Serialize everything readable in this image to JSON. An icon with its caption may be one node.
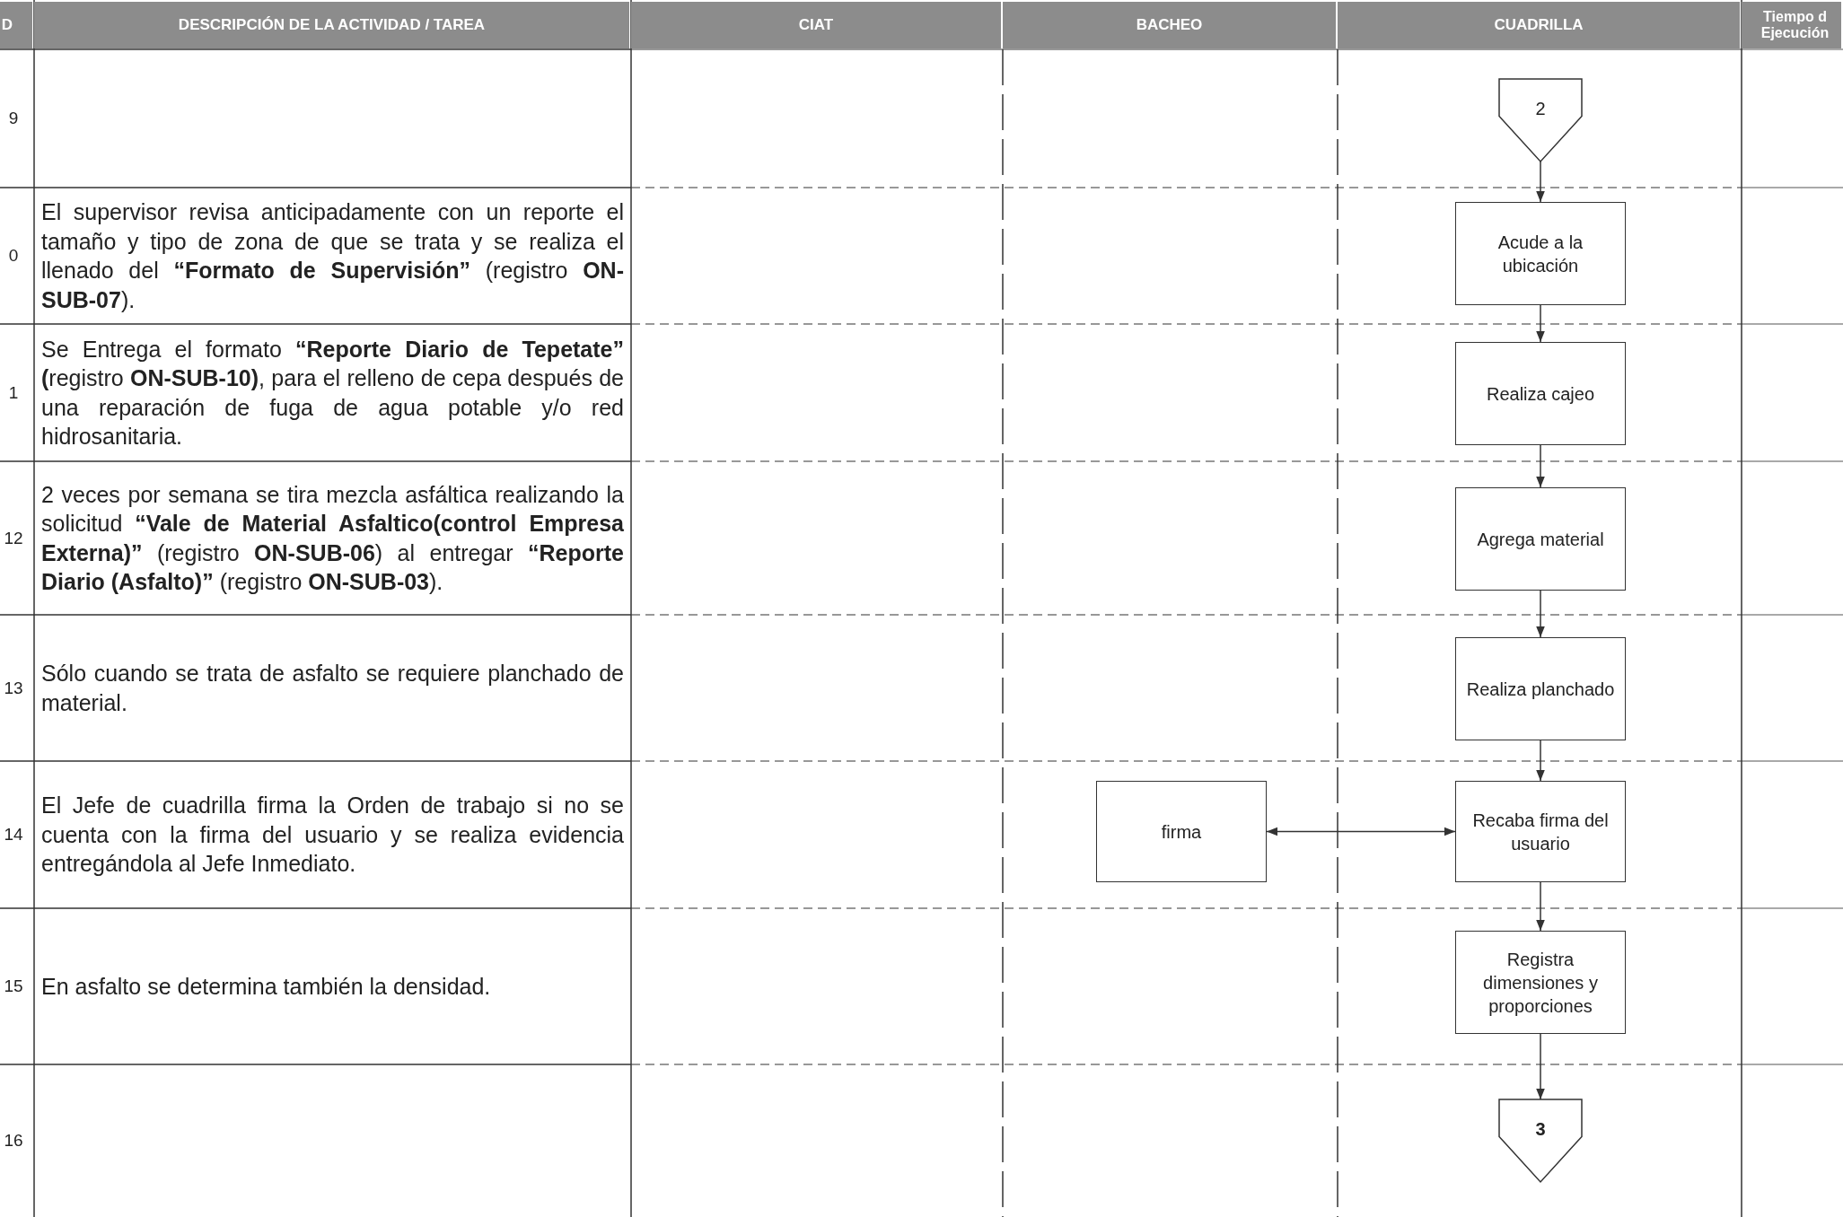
{
  "diagram": {
    "nodes": [
      {
        "text": [
          "2"
        ]
      },
      {
        "text": [
          "Acude a la ubicación"
        ]
      },
      {
        "text": [
          "Realiza cajeo"
        ]
      },
      {
        "text": [
          "Agrega material"
        ]
      },
      {
        "text": [
          "Realiza planchado"
        ]
      },
      {
        "text": [
          "firma"
        ]
      },
      {
        "text": [
          "Recaba firma del usuario"
        ]
      },
      {
        "text": [
          "Registra dimensiones y proporciones"
        ]
      },
      {
        "text": [
          "3"
        ]
      }
    ],
    "edges": [
      {
        "from": 0,
        "to": 1,
        "arrow": "to"
      },
      {
        "from": 1,
        "to": 2,
        "arrow": "to"
      },
      {
        "from": 2,
        "to": 3,
        "arrow": "to"
      },
      {
        "from": 3,
        "to": 4,
        "arrow": "to"
      },
      {
        "from": 4,
        "to": 6,
        "arrow": "to"
      },
      {
        "from": 6,
        "to": 5,
        "arrow": "both"
      },
      {
        "from": 6,
        "to": 7,
        "arrow": "to"
      },
      {
        "from": 7,
        "to": 8,
        "arrow": "to"
      }
    ],
    "labels": [
      "D",
      "DESCRIPCIÓN DE LA ACTIVIDAD / TAREA",
      "CIAT",
      "BACHEO",
      "CUADRILLA",
      "Tiempo d Ejecución",
      "9",
      "0",
      "El supervisor revisa anticipadamente con un reporte el tamaño y tipo de zona de que se trata y se realiza el llenado del **“Formato de Supervisión”** (registro **ON-SUB-07**).",
      "1",
      "Se Entrega el formato **“Reporte Diario de Tepetate” (**registro **ON-SUB-10)**, para el relleno de cepa después de una reparación de fuga de agua potable y/o red hidrosanitaria.",
      "12",
      "2 veces por semana se tira mezcla asfáltica realizando la solicitud **“Vale de Material Asfaltico(control Empresa Externa)”** (registro **ON-SUB-06**) al entregar **“Reporte Diario (Asfalto)”** (registro **ON-SUB-03**).",
      "13",
      "Sólo cuando se trata de asfalto se requiere planchado de material.",
      "14",
      "El Jefe de cuadrilla firma la Orden de trabajo si no se cuenta con la firma del usuario y se realiza evidencia entregándola al Jefe Inmediato.",
      "15",
      "En asfalto se determina también la densidad.",
      "16"
    ]
  }
}
